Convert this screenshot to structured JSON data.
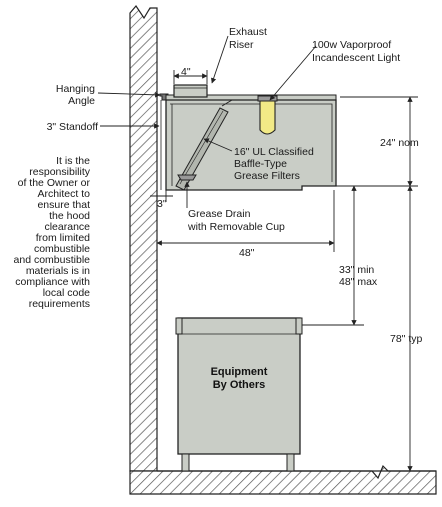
{
  "labels": {
    "exhaust_riser": [
      "Exhaust",
      "Riser"
    ],
    "light": [
      "100w Vaporproof",
      "Incandescent Light"
    ],
    "hanging_angle": [
      "Hanging",
      "Angle"
    ],
    "standoff": "3\" Standoff",
    "filters": [
      "16\" UL Classified",
      "Baffle-Type",
      "Grease Filters"
    ],
    "drain": [
      "Grease Drain",
      "with Removable Cup"
    ],
    "responsibility": [
      "It is the",
      "responsibility",
      "of the Owner or",
      "Architect to",
      "ensure that",
      "the hood",
      "clearance",
      "from limited",
      "combustible",
      "and combustible",
      "materials is in",
      "compliance with",
      "local code",
      "requirements"
    ],
    "equipment": [
      "Equipment",
      "By Others"
    ]
  },
  "dimensions": {
    "riser_width": "4\"",
    "standoff_depth": "3\"",
    "hood_height": "24\" nom",
    "hood_length": "48\"",
    "clearance": [
      "33\" min",
      "48\" max"
    ],
    "mount_height": "78\" typ"
  },
  "colors": {
    "hood_fill": "#c9cdc6",
    "filter_fill": "#b2b6ae",
    "line": "#222222",
    "light_globe": "#f2ea86",
    "wall_hatch": "#555555"
  }
}
